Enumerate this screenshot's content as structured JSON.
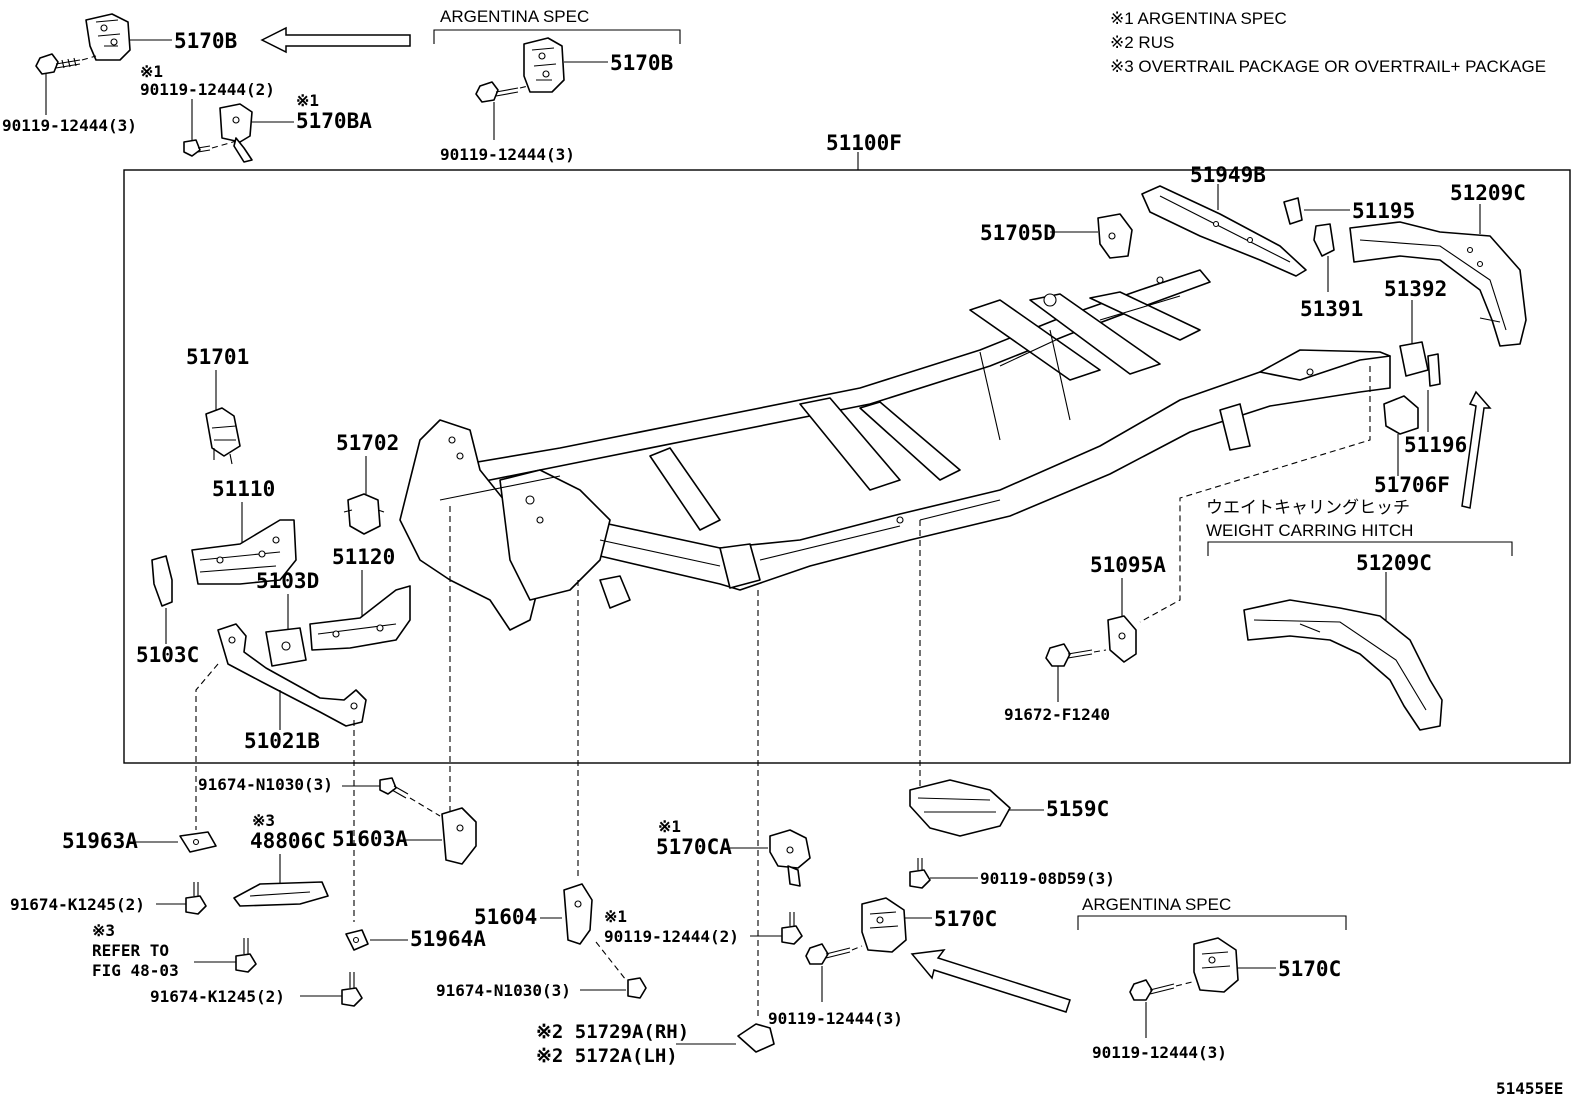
{
  "notes": {
    "n1": "※1 ARGENTINA SPEC",
    "n2": "※2 RUS",
    "n3": "※3 OVERTRAIL PACKAGE OR OVERTRAIL+ PACKAGE"
  },
  "groups": {
    "argentina_top": "ARGENTINA SPEC",
    "argentina_bottom": "ARGENTINA SPEC",
    "hitch_jp": "ウエイトキャリングヒッチ",
    "hitch_en": "WEIGHT CARRING HITCH"
  },
  "parts": {
    "p5170B_a": "5170B",
    "p90119_12444_3_a": "90119-12444(3)",
    "mark1_a": "※1",
    "p90119_12444_2_a": "90119-12444(2)",
    "mark1_b": "※1",
    "p5170BA": "5170BA",
    "p5170B_b": "5170B",
    "p90119_12444_3_b": "90119-12444(3)",
    "p51100F": "51100F",
    "p51949B": "51949B",
    "p51195": "51195",
    "p51209C_a": "51209C",
    "p51705D": "51705D",
    "p51391": "51391",
    "p51392": "51392",
    "p51196": "51196",
    "p51706F": "51706F",
    "p51701": "51701",
    "p51702": "51702",
    "p51110": "51110",
    "p5103D": "5103D",
    "p51120": "51120",
    "p5103C": "5103C",
    "p51021B": "51021B",
    "p51095A": "51095A",
    "p51209C_b": "51209C",
    "p91672_F1240": "91672-F1240",
    "p91674_N1030_3_a": "91674-N1030(3)",
    "p51963A": "51963A",
    "mark3_a": "※3",
    "p48806C": "48806C",
    "p51603A": "51603A",
    "p91674_K1245_2_a": "91674-K1245(2)",
    "mark3_b": "※3",
    "refer_to": "REFER TO",
    "fig": "FIG 48-03",
    "p51964A": "51964A",
    "p91674_K1245_2_b": "91674-K1245(2)",
    "p51604": "51604",
    "mark1_c": "※1",
    "p90119_12444_2_b": "90119-12444(2)",
    "p91674_N1030_3_b": "91674-N1030(3)",
    "mark1_d": "※1",
    "p5170CA": "5170CA",
    "p5159C": "5159C",
    "p90119_08D59_3": "90119-08D59(3)",
    "p5170C_a": "5170C",
    "p90119_12444_3_c": "90119-12444(3)",
    "p5170C_b": "5170C",
    "p90119_12444_3_d": "90119-12444(3)",
    "p51729A": "※2 51729A(RH)",
    "p5172A": "※2 5172A(LH)",
    "diagram_id": "51455EE"
  }
}
